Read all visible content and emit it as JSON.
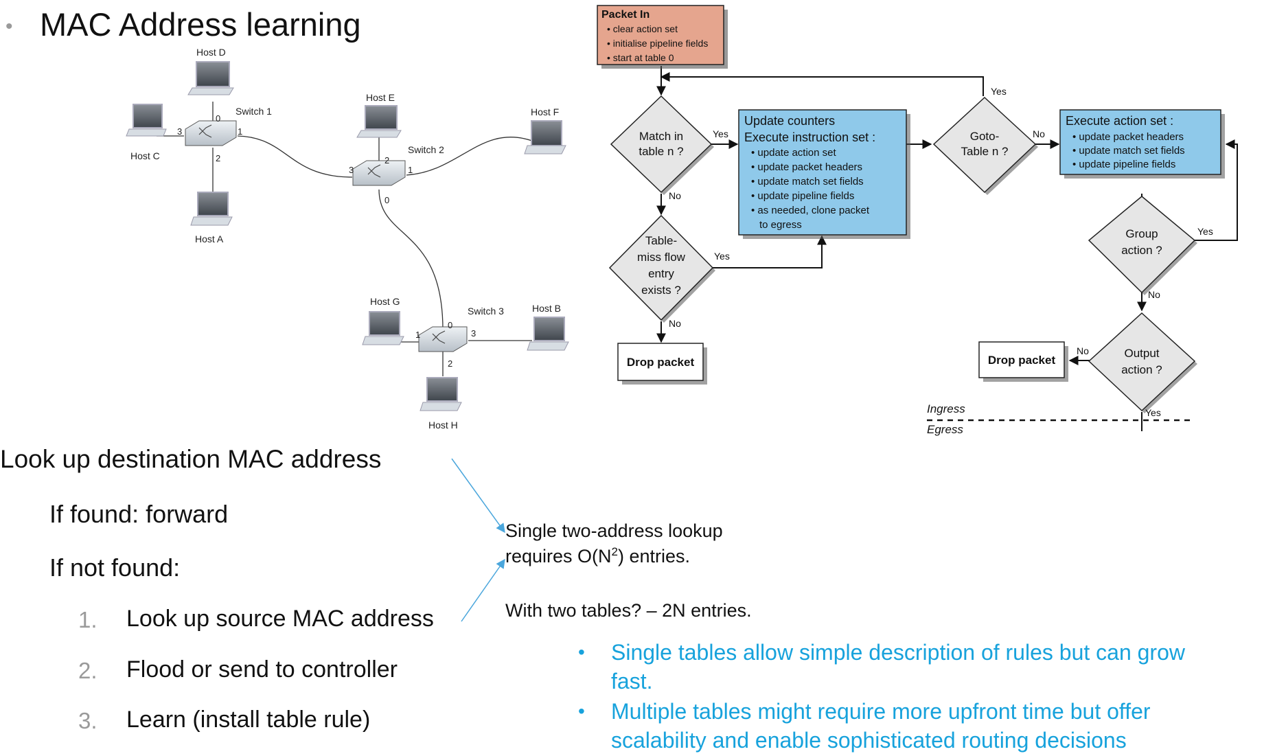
{
  "slide": {
    "title": "MAC Address learning"
  },
  "network": {
    "hosts": [
      "Host D",
      "Host E",
      "Host F",
      "Host C",
      "Host A",
      "Host G",
      "Host B",
      "Host H"
    ],
    "switches": [
      "Switch 1",
      "Switch 2",
      "Switch 3"
    ],
    "switch1_ports": [
      "0",
      "1",
      "2",
      "3"
    ],
    "switch2_ports": [
      "0",
      "1",
      "2",
      "3"
    ],
    "switch3_ports": [
      "0",
      "1",
      "2",
      "3"
    ]
  },
  "flowchart": {
    "packet_in": {
      "title": "Packet In",
      "items": [
        "clear action set",
        "initialise pipeline fields",
        "start at table 0"
      ]
    },
    "match": [
      "Match in",
      "table n ?"
    ],
    "update": {
      "lines": [
        "Update counters",
        "Execute instruction set :"
      ],
      "items": [
        "update action set",
        "update packet headers",
        "update match set fields",
        "update pipeline fields",
        "as needed, clone packet"
      ],
      "tail": "to egress"
    },
    "goto": [
      "Goto-",
      "Table n ?"
    ],
    "execute": {
      "title": "Execute action set :",
      "items": [
        "update packet headers",
        "update match set fields",
        "update pipeline fields"
      ]
    },
    "table_miss": [
      "Table-",
      "miss flow",
      "entry",
      "exists ?"
    ],
    "group": [
      "Group",
      "action ?"
    ],
    "output": [
      "Output",
      "action ?"
    ],
    "drop_left": "Drop packet",
    "drop_right": "Drop packet",
    "yes": "Yes",
    "no": "No",
    "ingress": "Ingress",
    "egress": "Egress"
  },
  "steps": {
    "lookup_dest": "Look up destination MAC address",
    "if_found": "If found: forward",
    "if_not_found": "If not found:",
    "list": [
      {
        "num": "1.",
        "text": "Look up source MAC address"
      },
      {
        "num": "2.",
        "text": "Flood or send to controller"
      },
      {
        "num": "3.",
        "text": "Learn (install table rule)"
      }
    ]
  },
  "annotation": {
    "line1": "Single two-address lookup",
    "line2_pre": "requires O(N",
    "line2_sup": "2",
    "line2_post": ") entries.",
    "two_tables": "With two tables? – 2N entries."
  },
  "bullets": [
    {
      "mark": "•",
      "lines": [
        "Single tables allow simple description of rules but can grow",
        "fast."
      ]
    },
    {
      "mark": "•",
      "lines": [
        "Multiple tables might require more upfront time but offer",
        "scalability and enable sophisticated routing decisions"
      ]
    }
  ],
  "colors": {
    "packet_in_fill": "#e5a58e",
    "blue_box_fill": "#8fc9ea",
    "accent_text": "#17a2dc",
    "arrow_blue": "#4aa6dc"
  }
}
